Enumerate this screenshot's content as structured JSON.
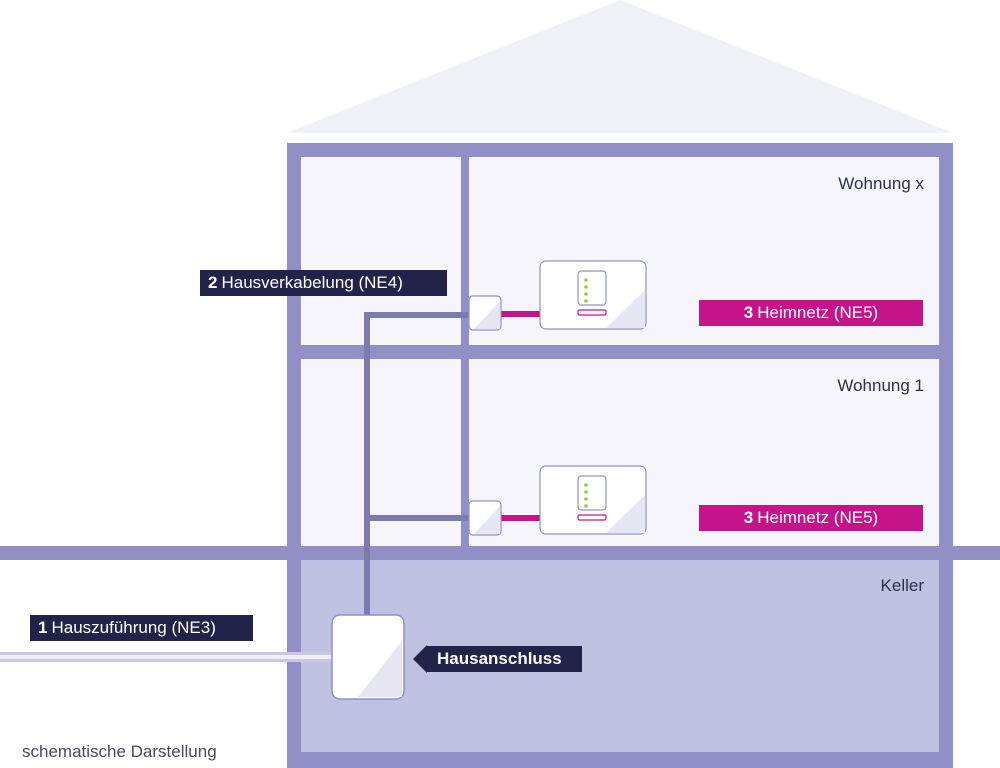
{
  "rooms": {
    "top": "Wohnung x",
    "middle": "Wohnung 1",
    "basement": "Keller"
  },
  "labels": {
    "hausverkabelung": {
      "num": "2",
      "text": "Hausverkabelung (NE4)"
    },
    "heimnetz_top": {
      "num": "3",
      "text": "Heimnetz (NE5)"
    },
    "heimnetz_middle": {
      "num": "3",
      "text": "Heimnetz (NE5)"
    },
    "hauszufuehrung": {
      "num": "1",
      "text": "Hauszuführung (NE3)"
    },
    "hausanschluss": "Hausanschluss"
  },
  "caption": "schematische Darstellung",
  "colors": {
    "wall": "#9090c6",
    "room_fill": "#f5f5fb",
    "roof_fill": "#f0f0f7",
    "basement_fill": "#c0c0e1",
    "cable": "#7b7bb0",
    "home_network": "#c5138a",
    "label_dark": "#23234a",
    "router_led": "#8ccf3c"
  }
}
